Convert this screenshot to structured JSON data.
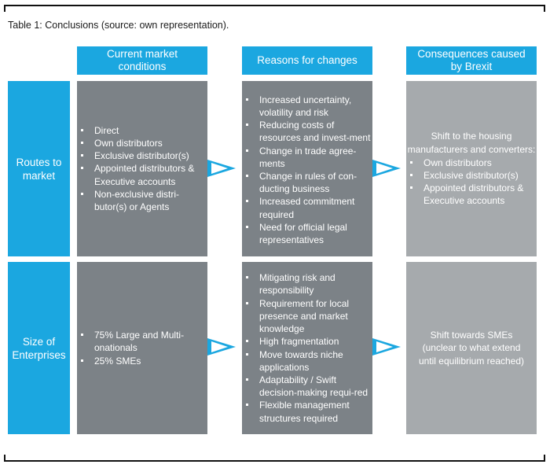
{
  "caption": "Table 1: Conclusions (source: own representation).",
  "headers": {
    "col1": "Current market\nconditions",
    "col2": "Reasons for changes",
    "col3": "Consequences caused\nby Brexit"
  },
  "rows": [
    {
      "label": "Routes to\nmarket",
      "current": [
        "Direct",
        "Own distributors",
        "Exclusive distributor(s)",
        "Appointed distributors & Executive accounts",
        "Non-exclusive distri-butor(s) or Agents"
      ],
      "reasons": [
        "Increased uncertainty, volatility and risk",
        "Reducing costs of resources and invest-ment",
        "Change in trade agree-ments",
        "Change in rules of con-ducting business",
        "Increased commitment required",
        "Need for official legal representatives"
      ],
      "consequence_intro": "Shift to the housing manufacturers and converters:",
      "consequences": [
        "Own distributors",
        "Exclusive distributor(s)",
        "Appointed distributors & Executive accounts"
      ]
    },
    {
      "label": "Size of\nEnterprises",
      "current": [
        "75% Large and Multi-onationals",
        "25% SMEs"
      ],
      "reasons": [
        "Mitigating risk and responsibility",
        "Requirement for local presence and market knowledge",
        "High fragmentation",
        "Move towards niche applications",
        "Adaptability / Swift decision-making requi-red",
        "Flexible management structures required"
      ],
      "consequence_text": "Shift towards SMEs\n(unclear to what extend\nuntil equilibrium reached)"
    }
  ],
  "colors": {
    "accent": "#1ba7e0",
    "dark_cell": "#7c8287",
    "light_cell": "#a6aaad"
  },
  "icons": [
    "arrow-right-icon"
  ]
}
